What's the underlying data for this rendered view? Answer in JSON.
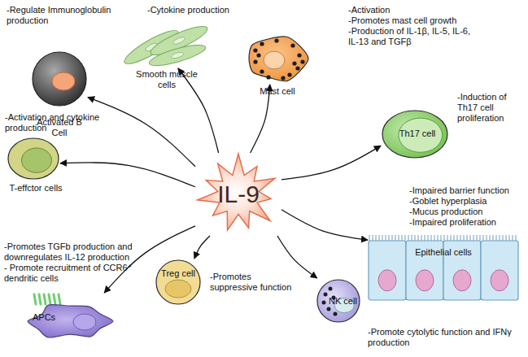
{
  "diagram": {
    "nodes": [
      {
        "text": [
          "Activated B Cell",
          "-Regulate Immunoglobulin production"
        ]
      },
      {
        "text": [
          "Smooth muscle cells",
          "-Cytokine production"
        ]
      },
      {
        "text": [
          "Mast cell",
          "-Activation",
          "-Promotes mast cell growth",
          "-Production of IL-1β, IL-5, IL-6, IL-13 and TGFβ"
        ]
      },
      {
        "text": [
          "Th17 cell",
          "-Induction of Th17 cell proliferation"
        ]
      },
      {
        "text": [
          "T-effctor cells",
          "-Activation and cytokine production"
        ]
      },
      {
        "text": [
          "IL-9"
        ]
      },
      {
        "text": [
          "Epithelial cells",
          "-Impaired barrier function",
          "-Goblet hyperplasia",
          "-Mucus production",
          "-Impaired proliferation"
        ]
      },
      {
        "text": [
          "APCs",
          "-Promotes TGFb production and downregulates IL-12 production",
          "- Promote recruitment of CCR6⁺ dendritic cells"
        ]
      },
      {
        "text": [
          "Treg cell",
          "-Promotes suppressive function"
        ]
      },
      {
        "text": [
          "NK cell",
          "-Promote cytolytic function and IFNγ production"
        ]
      }
    ],
    "edges": [
      {
        "from": 5,
        "to": 0,
        "arrow": "to"
      },
      {
        "from": 5,
        "to": 1,
        "arrow": "to"
      },
      {
        "from": 5,
        "to": 2,
        "arrow": "to"
      },
      {
        "from": 5,
        "to": 3,
        "arrow": "to"
      },
      {
        "from": 5,
        "to": 4,
        "arrow": "to"
      },
      {
        "from": 5,
        "to": 6,
        "arrow": "to"
      },
      {
        "from": 5,
        "to": 7,
        "arrow": "to"
      },
      {
        "from": 5,
        "to": 8,
        "arrow": "to"
      },
      {
        "from": 5,
        "to": 9,
        "arrow": "to"
      }
    ]
  }
}
